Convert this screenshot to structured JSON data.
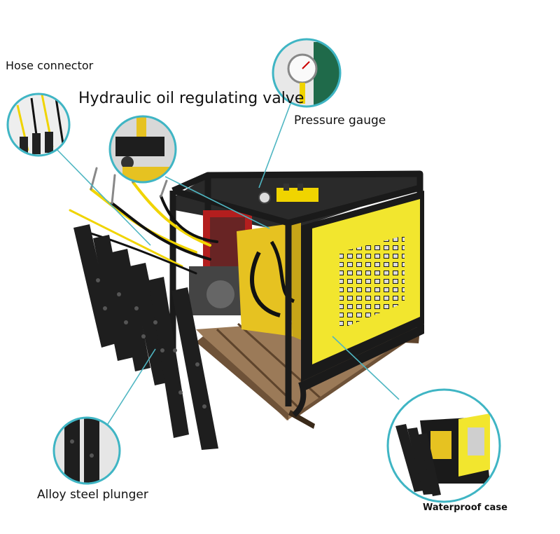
{
  "labels": {
    "hose_connector": "Hose connector",
    "regulating_valve": "Hydraulic oil regulating valve",
    "pressure_gauge": "Pressure gauge",
    "alloy_plunger": "Alloy steel plunger",
    "waterproof_case": "Waterproof case"
  },
  "colors": {
    "frame": "#1a1a1a",
    "panel_yellow": "#f2e62e",
    "tank_yellow": "#e6c221",
    "callout_ring": "#3fb5c4",
    "leader_line": "#4fb6c2",
    "pallet_wood": "#8a6a4a",
    "hose_yellow": "#f0d400",
    "engine_red": "#b31e1e"
  }
}
